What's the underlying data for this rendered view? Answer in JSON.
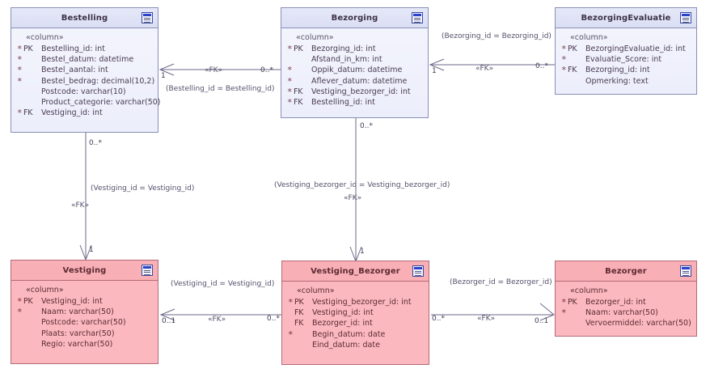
{
  "diagram": {
    "type": "erd-uml-class-diagram",
    "stereotype_label": "«column»",
    "fk_stereotype": "«FK»",
    "colors": {
      "blue_fill": "#eceefb",
      "blue_header": "#dfe3f6",
      "blue_border": "#8a8fb8",
      "pink_fill": "#fbb9bf",
      "pink_header": "#f9afb6",
      "pink_border": "#b56a77",
      "line": "#6e6a8a",
      "text": "#4a3b52"
    }
  },
  "entities": [
    {
      "id": "bestelling",
      "name": "Bestelling",
      "theme": "blue",
      "stereotype": "«column»",
      "attributes": [
        {
          "marker": "*",
          "kind": "PK",
          "name": "Bestelling_id: int"
        },
        {
          "marker": "*",
          "kind": "",
          "name": "Bestel_datum: datetime"
        },
        {
          "marker": "*",
          "kind": "",
          "name": "Bestel_aantal: int"
        },
        {
          "marker": "*",
          "kind": "",
          "name": "Bestel_bedrag: decimal(10,2)"
        },
        {
          "marker": "",
          "kind": "",
          "name": "Postcode: varchar(10)"
        },
        {
          "marker": "",
          "kind": "",
          "name": "Product_categorie: varchar(50)"
        },
        {
          "marker": "*",
          "kind": "FK",
          "name": "Vestiging_id: int"
        }
      ]
    },
    {
      "id": "bezorging",
      "name": "Bezorging",
      "theme": "blue",
      "stereotype": "«column»",
      "attributes": [
        {
          "marker": "*",
          "kind": "PK",
          "name": "Bezorging_id: int"
        },
        {
          "marker": "",
          "kind": "",
          "name": "Afstand_in_km: int"
        },
        {
          "marker": "*",
          "kind": "",
          "name": "Oppik_datum: datetime"
        },
        {
          "marker": "*",
          "kind": "",
          "name": "Aflever_datum: datetime"
        },
        {
          "marker": "*",
          "kind": "FK",
          "name": "Vestiging_bezorger_id: int"
        },
        {
          "marker": "*",
          "kind": "FK",
          "name": "Bestelling_id: int"
        }
      ]
    },
    {
      "id": "bezorgingevaluatie",
      "name": "BezorgingEvaluatie",
      "theme": "blue",
      "stereotype": "«column»",
      "attributes": [
        {
          "marker": "*",
          "kind": "PK",
          "name": "BezorgingEvaluatie_id: int"
        },
        {
          "marker": "*",
          "kind": "",
          "name": "Evaluatie_Score: int"
        },
        {
          "marker": "*",
          "kind": "FK",
          "name": "Bezorging_id: int"
        },
        {
          "marker": "",
          "kind": "",
          "name": "Opmerking: text"
        }
      ]
    },
    {
      "id": "vestiging",
      "name": "Vestiging",
      "theme": "pink",
      "stereotype": "«column»",
      "attributes": [
        {
          "marker": "*",
          "kind": "PK",
          "name": "Vestiging_id: int"
        },
        {
          "marker": "*",
          "kind": "",
          "name": "Naam: varchar(50)"
        },
        {
          "marker": "",
          "kind": "",
          "name": "Postcode: varchar(50)"
        },
        {
          "marker": "",
          "kind": "",
          "name": "Plaats: varchar(50)"
        },
        {
          "marker": "",
          "kind": "",
          "name": "Regio: varchar(50)"
        }
      ]
    },
    {
      "id": "vestiging_bezorger",
      "name": "Vestiging_Bezorger",
      "theme": "pink",
      "stereotype": "«column»",
      "attributes": [
        {
          "marker": "*",
          "kind": "PK",
          "name": "Vestiging_bezorger_id: int"
        },
        {
          "marker": "",
          "kind": "FK",
          "name": "Vestiging_id: int"
        },
        {
          "marker": "",
          "kind": "FK",
          "name": "Bezorger_id: int"
        },
        {
          "marker": "*",
          "kind": "",
          "name": "Begin_datum: date"
        },
        {
          "marker": "",
          "kind": "",
          "name": "Eind_datum: date"
        }
      ]
    },
    {
      "id": "bezorger",
      "name": "Bezorger",
      "theme": "pink",
      "stereotype": "«column»",
      "attributes": [
        {
          "marker": "*",
          "kind": "PK",
          "name": "Bezorger_id: int"
        },
        {
          "marker": "*",
          "kind": "",
          "name": "Naam: varchar(50)"
        },
        {
          "marker": "",
          "kind": "",
          "name": "Vervoermiddel: varchar(50)"
        }
      ]
    }
  ],
  "relationships": [
    {
      "id": "rel-bestelling-bezorging",
      "from": "bezorging",
      "to": "bestelling",
      "stereotype": "«FK»",
      "condition": "(Bestelling_id = Bestelling_id)",
      "source_multiplicity": "0..*",
      "target_multiplicity": "1"
    },
    {
      "id": "rel-bezorging-evaluatie",
      "from": "bezorgingevaluatie",
      "to": "bezorging",
      "stereotype": "«FK»",
      "condition": "(Bezorging_id = Bezorging_id)",
      "source_multiplicity": "0..*",
      "target_multiplicity": "1"
    },
    {
      "id": "rel-bestelling-vestiging",
      "from": "bestelling",
      "to": "vestiging",
      "stereotype": "«FK»",
      "condition": "(Vestiging_id = Vestiging_id)",
      "source_multiplicity": "0..*",
      "target_multiplicity": "1"
    },
    {
      "id": "rel-bezorging-vestigingbezorger",
      "from": "bezorging",
      "to": "vestiging_bezorger",
      "stereotype": "«FK»",
      "condition": "(Vestiging_bezorger_id = Vestiging_bezorger_id)",
      "source_multiplicity": "0..*",
      "target_multiplicity": "1"
    },
    {
      "id": "rel-vestigingbezorger-vestiging",
      "from": "vestiging_bezorger",
      "to": "vestiging",
      "stereotype": "«FK»",
      "condition": "(Vestiging_id = Vestiging_id)",
      "source_multiplicity": "0..*",
      "target_multiplicity": "0..1"
    },
    {
      "id": "rel-vestigingbezorger-bezorger",
      "from": "vestiging_bezorger",
      "to": "bezorger",
      "stereotype": "«FK»",
      "condition": "(Bezorger_id = Bezorger_id)",
      "source_multiplicity": "0..*",
      "target_multiplicity": "0..1"
    }
  ]
}
